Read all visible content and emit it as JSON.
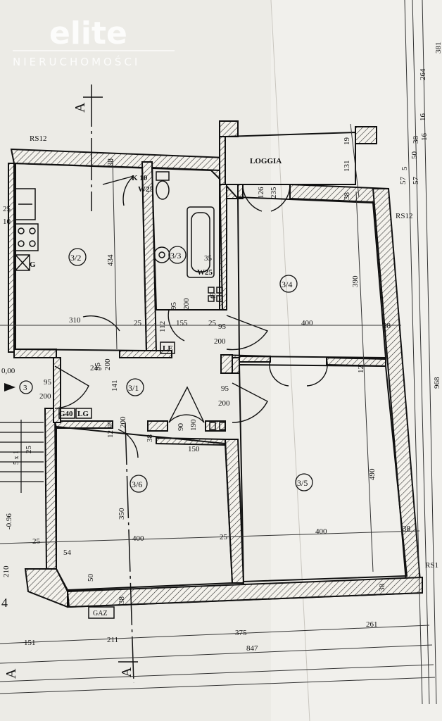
{
  "brand": {
    "name": "elite",
    "tagline": "NIERUCHOMOŚCI"
  },
  "rooms": {
    "r32": "3/2",
    "r33": "3/3",
    "r34": "3/4",
    "r31": "3/1",
    "r35": "3/5",
    "r36": "3/6",
    "loggia": "LOGGIA"
  },
  "section_marks": {
    "a": "A"
  },
  "equipment": {
    "rs12": "RS12",
    "rs1": "RS1",
    "k10": "K 10",
    "w25": "W25",
    "w25b": "W25",
    "le": "LE",
    "g40": "G40",
    "lg": "LG",
    "gaz": "GAZ",
    "g": "G",
    "stair_num": "3",
    "stair_num2": "4",
    "level": "-0.96",
    "level2": "0,00",
    "stairs_count": "5 x 1"
  },
  "dims": {
    "d310": "310",
    "d400a": "400",
    "d400b": "400",
    "d400c": "400",
    "d150": "150",
    "d434": "434",
    "d390": "390",
    "d490": "490",
    "d350": "350",
    "d968": "968",
    "d141": "141",
    "d245": "245",
    "d155": "155",
    "d112": "112",
    "d95a": "95",
    "d200a": "200",
    "d95b": "95",
    "d200b": "200",
    "d95c": "95",
    "d200c": "200",
    "d95d": "95",
    "d200d": "200",
    "d95e": "95",
    "d200e": "200",
    "d95f": "95",
    "d200f": "200",
    "d95g": "95",
    "d200g": "200",
    "d90": "90",
    "d190": "190",
    "d126": "126",
    "d235": "235",
    "d131": "131",
    "d19": "19",
    "d38a": "38",
    "d38b": "38",
    "d38c": "38",
    "d38d": "38",
    "d38e": "38",
    "d38f": "38",
    "d38g": "38",
    "d38h": "38",
    "d25a": "25",
    "d25b": "25",
    "d25c": "25",
    "d25d": "25",
    "d25e": "25",
    "d25f": "25",
    "d12": "12",
    "d12b": "12",
    "d54": "54",
    "d50": "50",
    "d35": "35",
    "d49": "49",
    "d151": "151",
    "d211": "211",
    "d375": "375",
    "d261": "261",
    "d847": "847",
    "d210": "210",
    "d264": "264",
    "d381": "381",
    "d16a": "16",
    "d16b": "16",
    "d57a": "57",
    "d57b": "57",
    "d50b": "50",
    "d38r": "38",
    "d5": "5",
    "d10": "10"
  }
}
